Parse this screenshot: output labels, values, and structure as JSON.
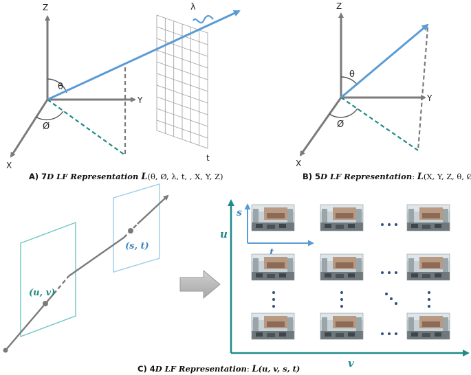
{
  "colors": {
    "axis_gray": "#7a7a7a",
    "ray_blue": "#5b9bd5",
    "proj_green": "#1f8a84",
    "plane_teal": "#6cc4c4",
    "plane_blue": "#9ccbe8",
    "grid_gray": "#9a9a9a",
    "axis_teal": "#1f8a8a",
    "dot_navy": "#2f4f7f"
  },
  "panel_a": {
    "axis_z": "Z",
    "axis_y": "Y",
    "axis_x": "X",
    "theta": "θ",
    "phi": "Ø",
    "lambda": "λ",
    "t": "t",
    "caption_prefix": "A) 7",
    "caption_italic": "D LF Representation ",
    "caption_L": "L",
    "caption_args": "(θ, Ø, λ, t, , X, Y, Z)"
  },
  "panel_b": {
    "axis_z": "Z",
    "axis_y": "Y",
    "axis_x": "X",
    "theta": "θ",
    "phi": "Ø",
    "caption_prefix": "B) 5",
    "caption_italic": "D LF Representation",
    "caption_colon": ": ",
    "caption_L": "L",
    "caption_args": "(X, Y, Z, θ, Ø)"
  },
  "panel_c": {
    "uv_label": "(u, v)",
    "st_label": "(s, t)",
    "u_axis": "u",
    "v_axis": "v",
    "s_axis": "s",
    "t_axis": "t",
    "caption_prefix": "C) 4",
    "caption_italic": "D LF Representation",
    "caption_colon": ": ",
    "caption_L": "L",
    "caption_args": "(u, v, s, t)"
  }
}
